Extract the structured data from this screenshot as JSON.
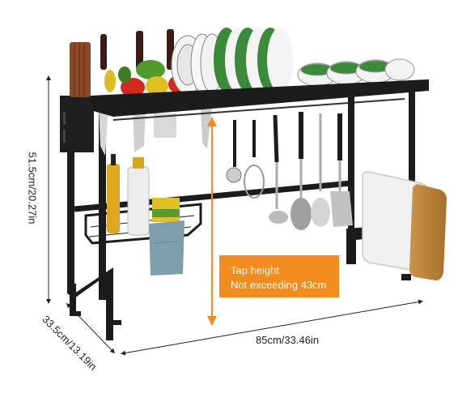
{
  "labels": {
    "height": "51.5cm/20.27in",
    "width": "85cm/33.46in",
    "depth": "33.5cm/13.19in",
    "tap_line1": "Tap height",
    "tap_line2": "Not exceeding 43cm"
  },
  "colors": {
    "accent": "#f28c1e",
    "rack": "#1c1c1c",
    "plate_green": "#3a8a3a",
    "background": "#ffffff"
  }
}
